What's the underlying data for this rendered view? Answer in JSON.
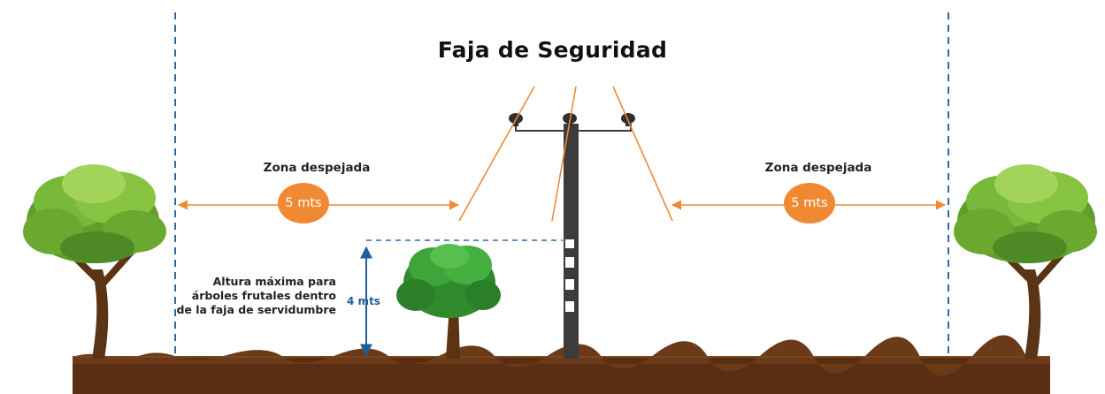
{
  "title": "Faja de Seguridad",
  "left_zone": {
    "label": "Zona despejada",
    "distance": "5 mts"
  },
  "right_zone": {
    "label": "Zona despejada",
    "distance": "5 mts"
  },
  "height_note": "Altura máxima para árboles frutales dentro de la faja de servidumbre",
  "height_value": "4 mts",
  "colors": {
    "orange": "#f08a32",
    "dashed_blue": "#2f6aa8",
    "height_arrow_blue": "#1f5f9a",
    "ground": "#5a2e12",
    "pole": "#3c3c3c"
  }
}
